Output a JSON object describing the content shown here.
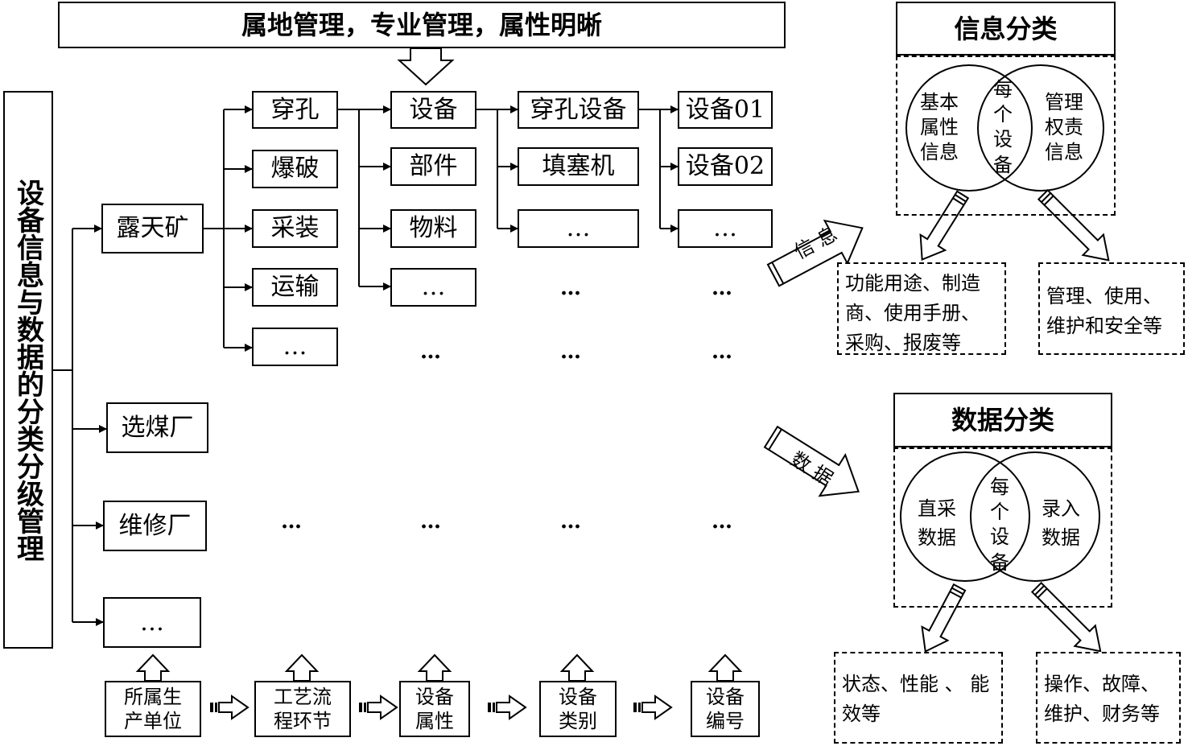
{
  "top_banner": "属地管理，专业管理，属性明晰",
  "main_title": "设备信息与数据的分类分级管理",
  "units": [
    "露天矿",
    "选煤厂",
    "维修厂",
    "…"
  ],
  "processes": [
    "穿孔",
    "爆破",
    "采装",
    "运输",
    "…"
  ],
  "attributes": [
    "设备",
    "部件",
    "物料",
    "…"
  ],
  "categories": [
    "穿孔设备",
    "填塞机",
    "…"
  ],
  "numbers": [
    "设备01",
    "设备02",
    "…"
  ],
  "ellipsis": "…",
  "bottom_flow": [
    {
      "line1": "所属生",
      "line2": "产单位"
    },
    {
      "line1": "工艺流",
      "line2": "程环节"
    },
    {
      "line1": "设备",
      "line2": "属性"
    },
    {
      "line1": "设备",
      "line2": "类别"
    },
    {
      "line1": "设备",
      "line2": "编号"
    }
  ],
  "info_arrow_label": "信息",
  "data_arrow_label": "数据",
  "info_panel": {
    "title": "信息分类",
    "left_circle": [
      "基本",
      "属性",
      "信息"
    ],
    "overlap": "每个设备",
    "right_circle": [
      "管理",
      "权责",
      "信息"
    ],
    "left_detail": [
      "功能用途、制造",
      "商、使用手册、",
      "采购、报废等"
    ],
    "right_detail": [
      "管理、使用、",
      "维护和安全等"
    ]
  },
  "data_panel": {
    "title": "数据分类",
    "left_circle": [
      "直采",
      "数据"
    ],
    "overlap": "每个设备",
    "right_circle": [
      "录入",
      "数据"
    ],
    "left_detail": [
      "状态、性能 、 能",
      "效等"
    ],
    "right_detail": [
      "操作、故障、",
      "维护、财务等"
    ]
  }
}
